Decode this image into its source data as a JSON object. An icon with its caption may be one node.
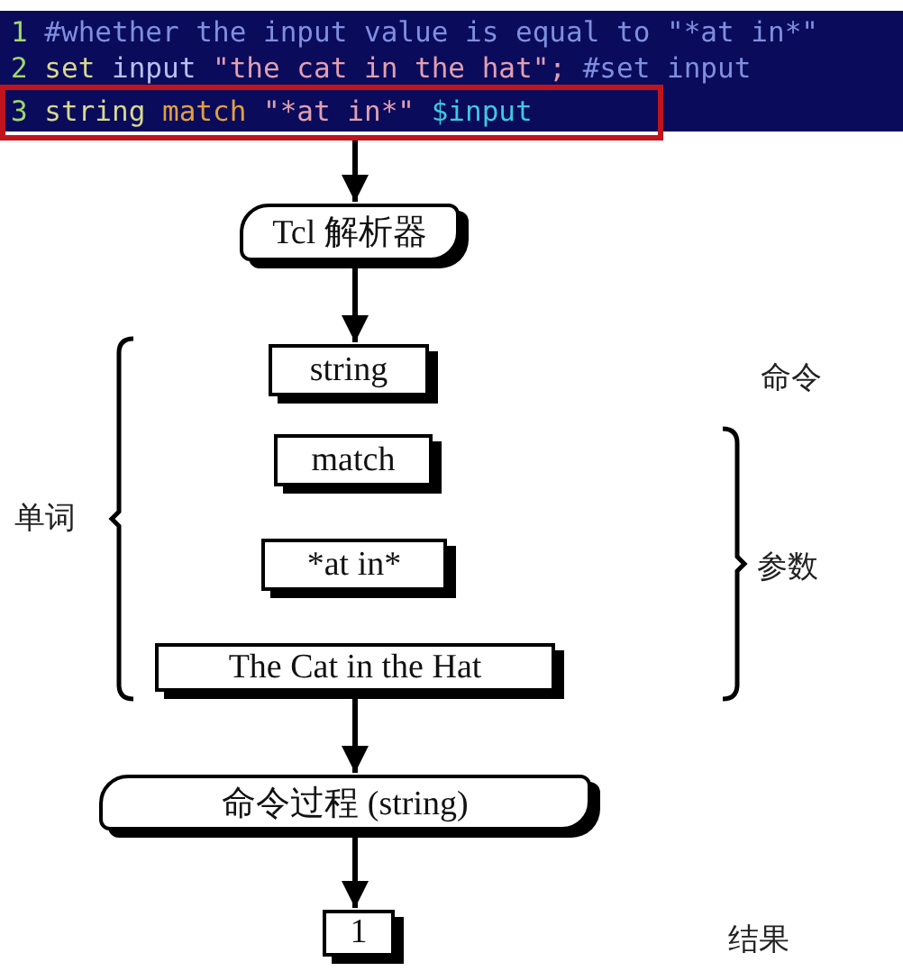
{
  "diagram": {
    "nodes": [
      {
        "text": [
          "3 string match \"*at in*\" $input"
        ]
      },
      {
        "text": [
          "Tcl 解析器"
        ]
      },
      {
        "text": [
          "string"
        ]
      },
      {
        "text": [
          "match"
        ]
      },
      {
        "text": [
          "*at in*"
        ]
      },
      {
        "text": [
          "The Cat in the Hat"
        ]
      },
      {
        "text": [
          "命令过程 (string)"
        ]
      },
      {
        "text": [
          "1"
        ]
      }
    ],
    "edges": [
      {
        "from": 0,
        "to": 1,
        "arrow": "to"
      },
      {
        "from": 1,
        "to": 2,
        "arrow": "to"
      },
      {
        "from": 5,
        "to": 6,
        "arrow": "to"
      },
      {
        "from": 6,
        "to": 7,
        "arrow": "to"
      }
    ],
    "labels": [
      "1 #whether the input value is equal to \"*at in*\"",
      "2 set input \"the cat in the hat\"; #set input",
      "命令",
      "单词",
      "参数",
      "结果"
    ]
  }
}
